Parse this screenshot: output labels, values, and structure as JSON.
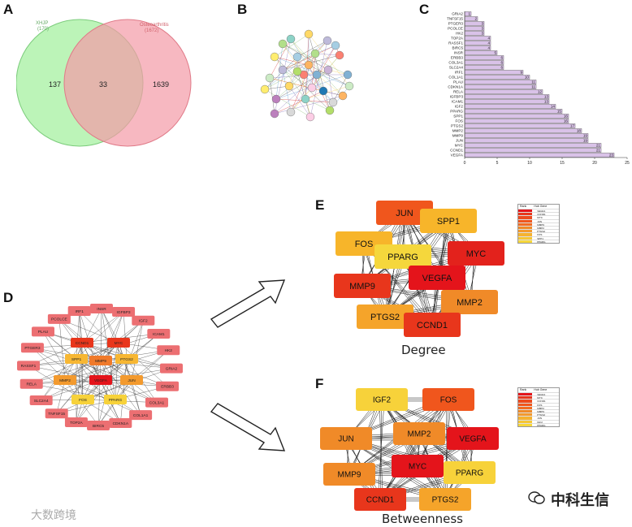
{
  "panels": {
    "a": "A",
    "b": "B",
    "c": "C",
    "d": "D",
    "e": "E",
    "f": "F"
  },
  "venn": {
    "left_label": "XHJP",
    "left_count": "(170)",
    "right_label": "Osteoarthritis",
    "right_count": "(1672)",
    "left_only": "137",
    "overlap": "33",
    "right_only": "1639",
    "left_color": "#90ee90",
    "right_color": "#f08090"
  },
  "chart_data": {
    "type": "bar",
    "orientation": "horizontal",
    "categories": [
      "GRIA2",
      "TNFSF15",
      "PTGER3",
      "PCOLCE",
      "HK2",
      "TOP2A",
      "RASSF1",
      "BIRC5",
      "INSR",
      "ERBB3",
      "COL3A1",
      "SLC2A4",
      "IRF1",
      "COL1A1",
      "PLAU",
      "CDKN1A",
      "RELA",
      "IGFBP3",
      "ICAM1",
      "IGF2",
      "PPARG",
      "SPP1",
      "FOS",
      "PTGS2",
      "MMP2",
      "MMP9",
      "JUN",
      "MYC",
      "CCND1",
      "VEGFA"
    ],
    "values": [
      1,
      2,
      3,
      3,
      3,
      4,
      4,
      4,
      5,
      6,
      6,
      6,
      9,
      10,
      11,
      11,
      12,
      13,
      13,
      14,
      15,
      16,
      16,
      17,
      18,
      19,
      19,
      21,
      21,
      23
    ],
    "xlim": [
      0,
      25
    ],
    "xticks": [
      "0",
      "5",
      "10",
      "15",
      "20",
      "25"
    ],
    "bar_color": "#d9c2e8",
    "bar_edge": "#333333"
  },
  "network_d": {
    "outer": [
      "IRF1",
      "INSR",
      "IGFBP3",
      "IGF2",
      "ICAM1",
      "HK2",
      "GRIA2",
      "ERBB3",
      "COL3A1",
      "COL1A1",
      "CDKN1A",
      "BIRC5",
      "TOP2A",
      "TNFSF15",
      "SLC2A4",
      "RELA",
      "RASSF1",
      "PTGER3",
      "PLAU",
      "PCOLCE"
    ],
    "inner": [
      "CCND1",
      "MYC",
      "SPP1",
      "MMP9",
      "PTGS2",
      "MMP2",
      "VEGFA",
      "JUN",
      "FOS",
      "PPARG"
    ]
  },
  "degree": {
    "nodes": [
      "JUN",
      "SPP1",
      "FOS",
      "PPARG",
      "MYC",
      "MMP9",
      "VEGFA",
      "MMP2",
      "PTGS2",
      "CCND1"
    ],
    "caption": "Degree",
    "legend_head": [
      "Rank",
      "Hub Gene"
    ],
    "legend_rows": [
      "VEGFA",
      "CCND1",
      "MYC",
      "JUN",
      "MMP9",
      "MMP2",
      "PTGS2",
      "FOS",
      "SPP1",
      "PPARG"
    ]
  },
  "betweenness": {
    "nodes": [
      "IGF2",
      "FOS",
      "JUN",
      "MMP2",
      "VEGFA",
      "MMP9",
      "MYC",
      "PPARG",
      "CCND1",
      "PTGS2"
    ],
    "caption": "Betweenness",
    "legend_head": [
      "Rank",
      "Hub Gene"
    ],
    "legend_rows": [
      "VEGFA",
      "MYC",
      "CCND1",
      "FOS",
      "MMP2",
      "MMP9",
      "PTGS2",
      "JUN",
      "IGF2",
      "PPARG"
    ]
  },
  "footer": {
    "watermark": "大数跨境",
    "brand": "中科生信"
  }
}
